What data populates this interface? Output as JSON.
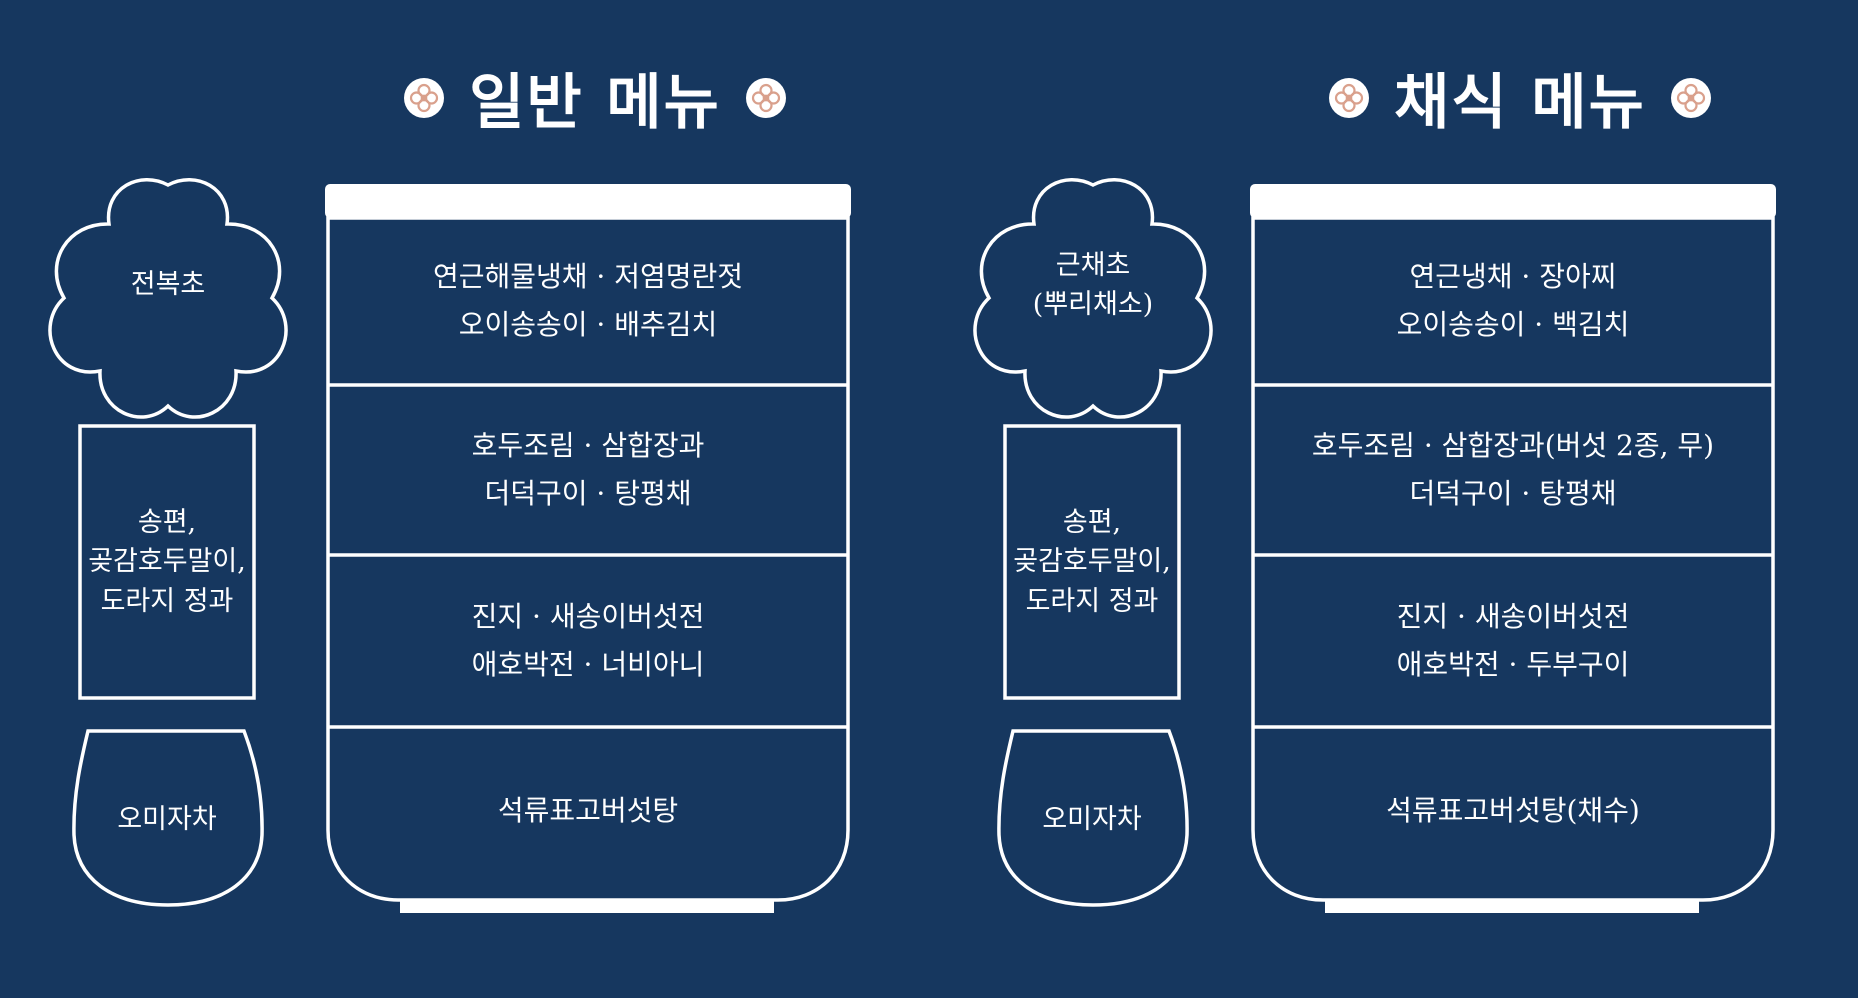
{
  "general": {
    "title": "일반 메뉴",
    "soup": [
      "전복초"
    ],
    "snack": [
      "송편,",
      "곶감호두말이,",
      "도라지 정과"
    ],
    "tea": "오미자차",
    "rows": [
      [
        "연근해물냉채 · 저염명란젓",
        "오이송송이 · 배추김치"
      ],
      [
        "호두조림 · 삼합장과",
        "더덕구이 · 탕평채"
      ],
      [
        "진지 · 새송이버섯전",
        "애호박전 · 너비아니"
      ],
      [
        "석류표고버섯탕"
      ]
    ]
  },
  "veg": {
    "title": "채식 메뉴",
    "soup": [
      "근채초",
      "(뿌리채소)"
    ],
    "snack": [
      "송편,",
      "곶감호두말이,",
      "도라지 정과"
    ],
    "tea": "오미자차",
    "rows": [
      [
        "연근냉채 · 장아찌",
        "오이송송이 · 백김치"
      ],
      [
        "호두조림 · 삼합장과(버섯 2종, 무)",
        "더덕구이 · 탕평채"
      ],
      [
        "진지 · 새송이버섯전",
        "애호박전 · 두부구이"
      ],
      [
        "석류표고버섯탕(채수)"
      ]
    ]
  },
  "icons": {
    "title_ornament": "flower-medallion-icon",
    "soup_frame": "plum-blossom-icon",
    "snack_frame": "rectangle-frame",
    "tea_frame": "cup-icon",
    "main_frame": "bowl-icon"
  },
  "colors": {
    "background": "#16375f",
    "line": "#ffffff",
    "ornament_accent": "#d9a08c"
  }
}
